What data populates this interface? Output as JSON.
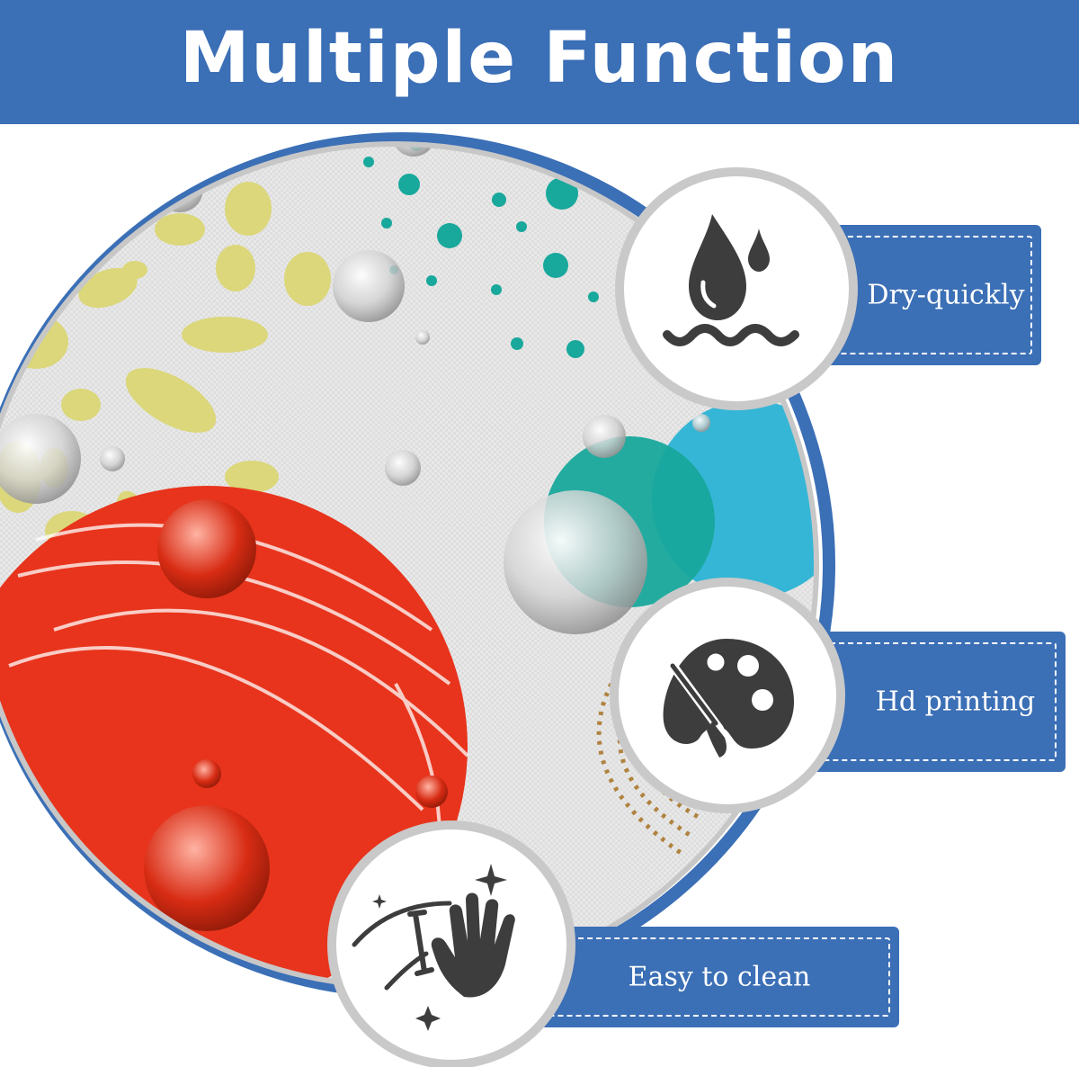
{
  "header": {
    "title": "Multiple Function"
  },
  "features": [
    {
      "label": "Dry-quickly",
      "icon": "water-drop-icon"
    },
    {
      "label": "Hd printing",
      "icon": "paint-palette-icon"
    },
    {
      "label": "Easy to clean",
      "icon": "wiping-hand-icon"
    }
  ],
  "colors": {
    "brand_blue": "#3b6fb6",
    "fabric_grey": "#e6e6e6",
    "red_dot": "#e8341c",
    "teal_dot": "#18a89c",
    "cyan_dot": "#35b6d6",
    "yellow_spots": "#dbd77a",
    "icon_grey": "#3d3d3d"
  }
}
